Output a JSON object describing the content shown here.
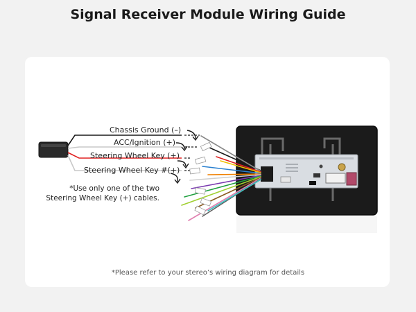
{
  "title": "Signal Receiver Module Wiring Guide",
  "labels": {
    "chassis_ground": "Chassis Ground (–)",
    "acc_ignition": "ACC/Ignition (+)",
    "steering_key": "Steering Wheel Key (+)",
    "steering_key_hash": "Steering Wheel Key #(+)"
  },
  "note": {
    "line1": "*Use only one of the two",
    "line2": "Steering Wheel Key (+) cables."
  },
  "footnote": "*Please refer to your stereo’s wiring diagram for details",
  "colors": {
    "ground_wire": "#1a1a1a",
    "acc_wire": "#c8c8c8",
    "steering_wire": "#e02020",
    "steering_hash_wire": "#c8c8c8"
  }
}
